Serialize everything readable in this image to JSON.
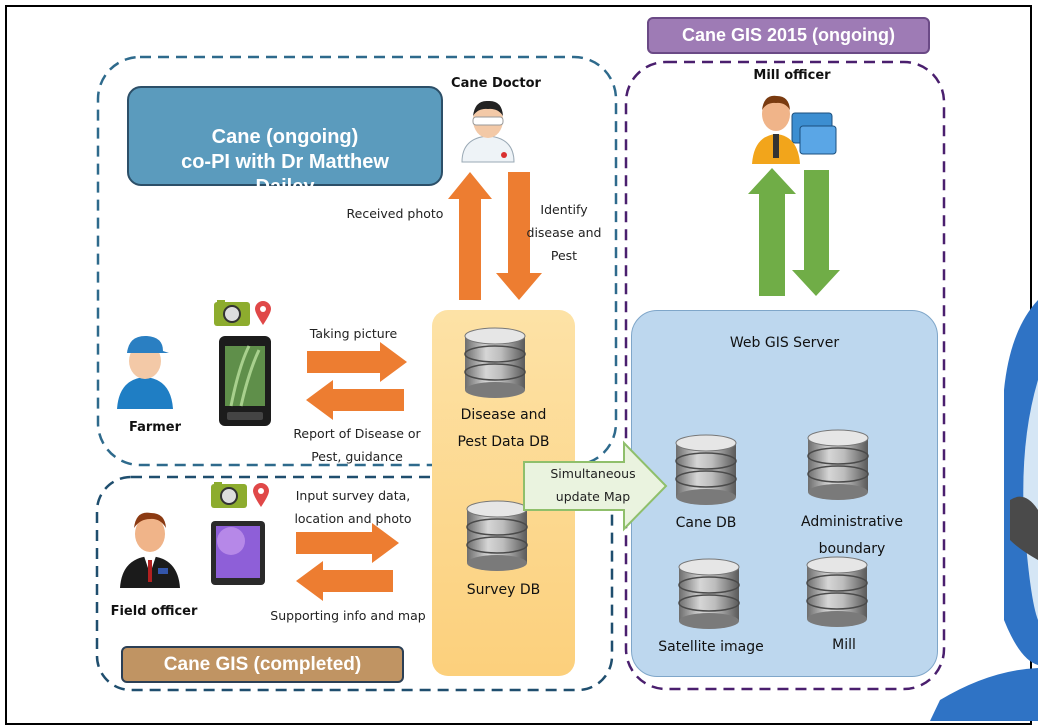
{
  "groups": {
    "cane": "Cane (ongoing)\nco-PI with Dr Matthew\nDailey",
    "cane_gis_2015": "Cane GIS 2015 (ongoing)",
    "cane_gis": "Cane GIS (completed)"
  },
  "actors": {
    "cane_doctor": "Cane Doctor",
    "mill_officer": "Mill officer",
    "farmer": "Farmer",
    "field_officer": "Field officer"
  },
  "edges": {
    "received_photo": "Received photo",
    "identify": "Identify\ndisease and\nPest",
    "taking_picture": "Taking picture",
    "report": "Report of Disease or\nPest, guidance",
    "input_survey": "Input survey data,\nlocation and photo",
    "supporting_info": "Supporting info and map",
    "simultaneous": "Simultaneous\nupdate Map"
  },
  "nodes": {
    "disease_db": "Disease and\nPest Data DB",
    "survey_db": "Survey DB",
    "web_gis_server": "Web GIS Server",
    "cane_db": "Cane DB",
    "admin_boundary": "Administrative\nboundary",
    "satellite_image": "Satellite image",
    "mill": "Mill"
  },
  "colors": {
    "orange_arrow": "#ed7d31",
    "green_arrow": "#70ad47",
    "cane_box": "#5b9bbd",
    "cane_gis_2015_box": "#9e7bb5",
    "cane_gis_box": "#c09463",
    "db_column": "#fdd68a",
    "web_gis_panel": "#bdd7ee"
  },
  "icons": [
    "doctor-icon",
    "officer-computer-icon",
    "farmer-icon",
    "field-officer-icon",
    "camera-icon",
    "location-pin-icon",
    "smartphone-icon",
    "tablet-icon",
    "database-icon",
    "globe-icon"
  ]
}
